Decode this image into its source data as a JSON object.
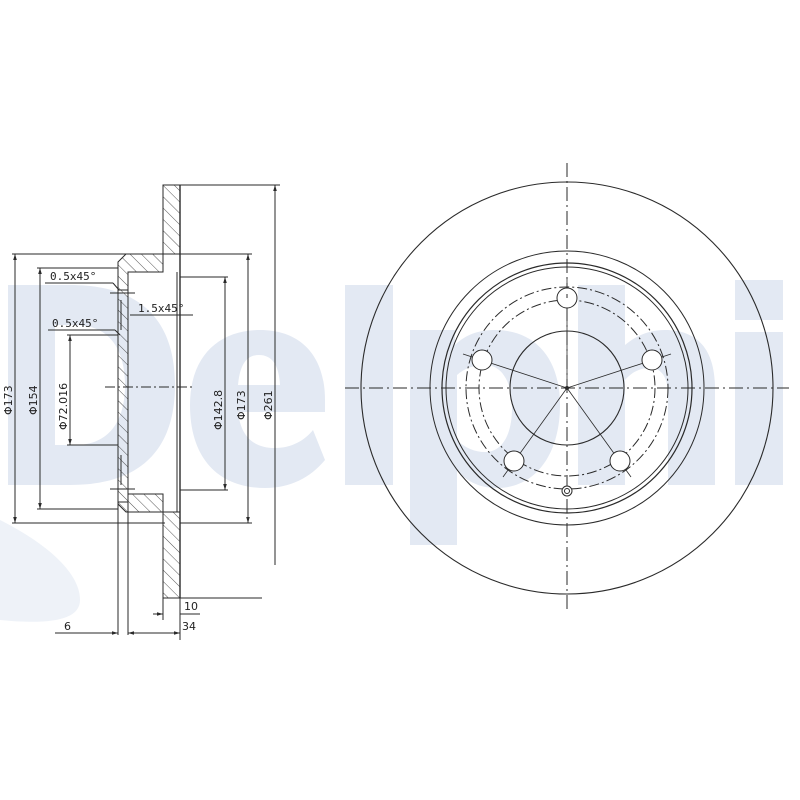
{
  "watermark": {
    "text": "Delphi",
    "color": "#e3e9f3"
  },
  "drawing": {
    "title": "Brake disc technical drawing",
    "line_color": "#2a2a2a",
    "cross_section": {
      "annotations": {
        "chamfer_top": "0.5x45°",
        "chamfer_mid": "1.5x45°",
        "chamfer_low": "0.5x45°"
      },
      "dimensions": {
        "outer_hat_diameter": "Φ173",
        "inner_hat_diameter": "Φ154",
        "center_bore": "Φ72.016",
        "bolt_circle_area": "Φ142.8",
        "hat_outer_right": "Φ173",
        "disc_diameter": "Φ261",
        "thickness": "10",
        "overall_height": "34",
        "hat_wall": "6"
      }
    },
    "front_view": {
      "bolt_holes": 5,
      "locating_holes": 1
    }
  }
}
